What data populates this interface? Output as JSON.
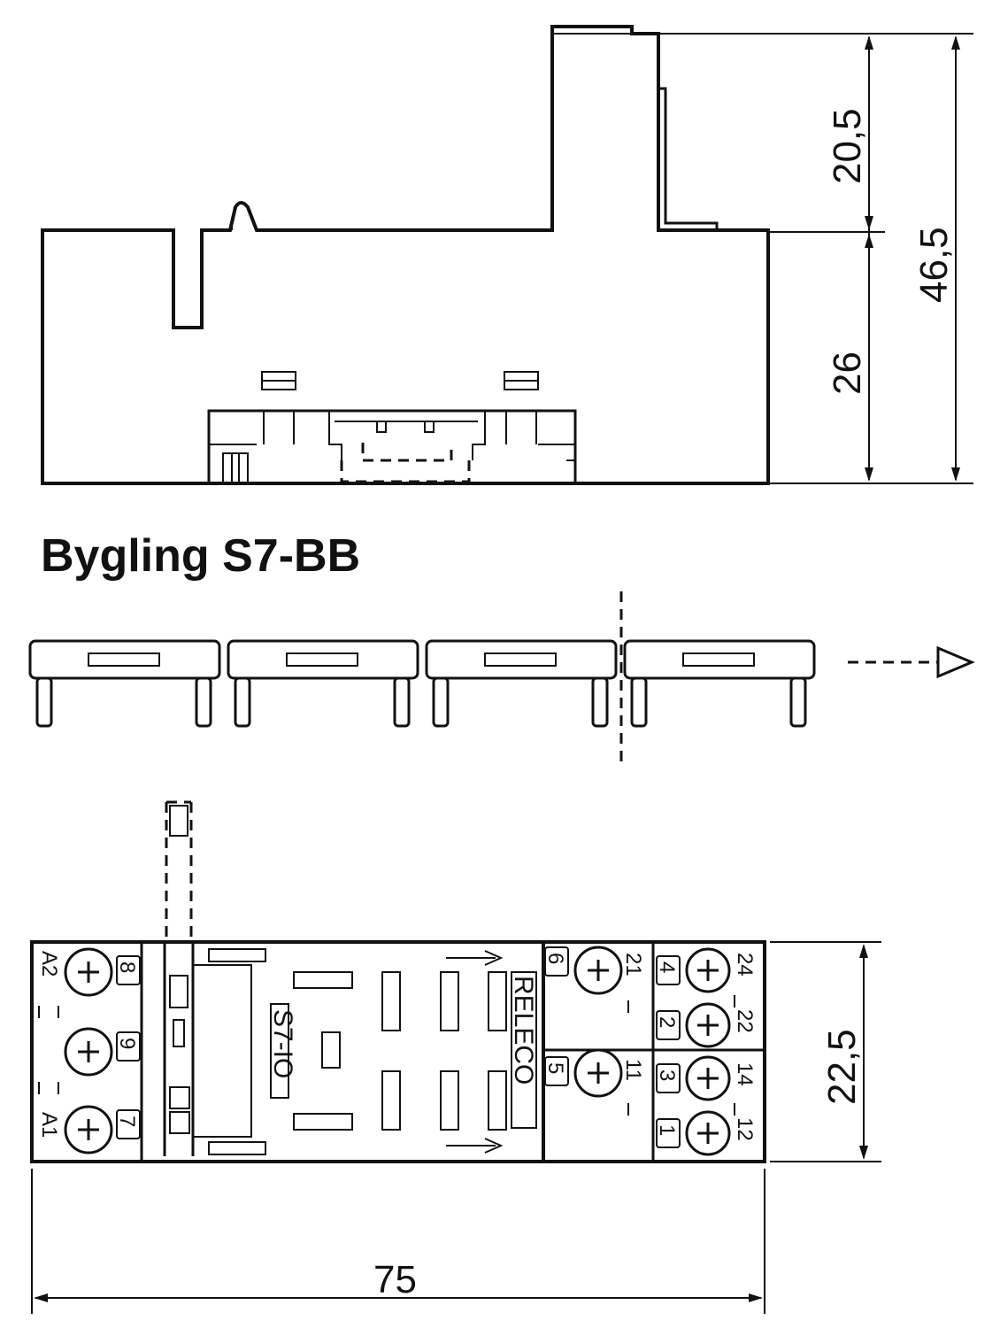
{
  "title": "Bygling S7-BB",
  "dimensions": {
    "height_upper": "20,5",
    "height_lower": "26",
    "height_total": "46,5",
    "width_top_view": "22,5",
    "length": "75"
  },
  "module_labels": {
    "model": "S7-IO",
    "brand": "RELECO"
  },
  "terminals": {
    "coil_a2": "A2",
    "coil_a1": "A1",
    "t8": "8",
    "t9": "9",
    "t7": "7",
    "t6": "6",
    "t5": "5",
    "t21": "21",
    "t11": "11",
    "t4": "4",
    "t2": "2",
    "t3": "3",
    "t1": "1",
    "t24": "24",
    "t22": "22",
    "t14": "14",
    "t12": "12"
  }
}
